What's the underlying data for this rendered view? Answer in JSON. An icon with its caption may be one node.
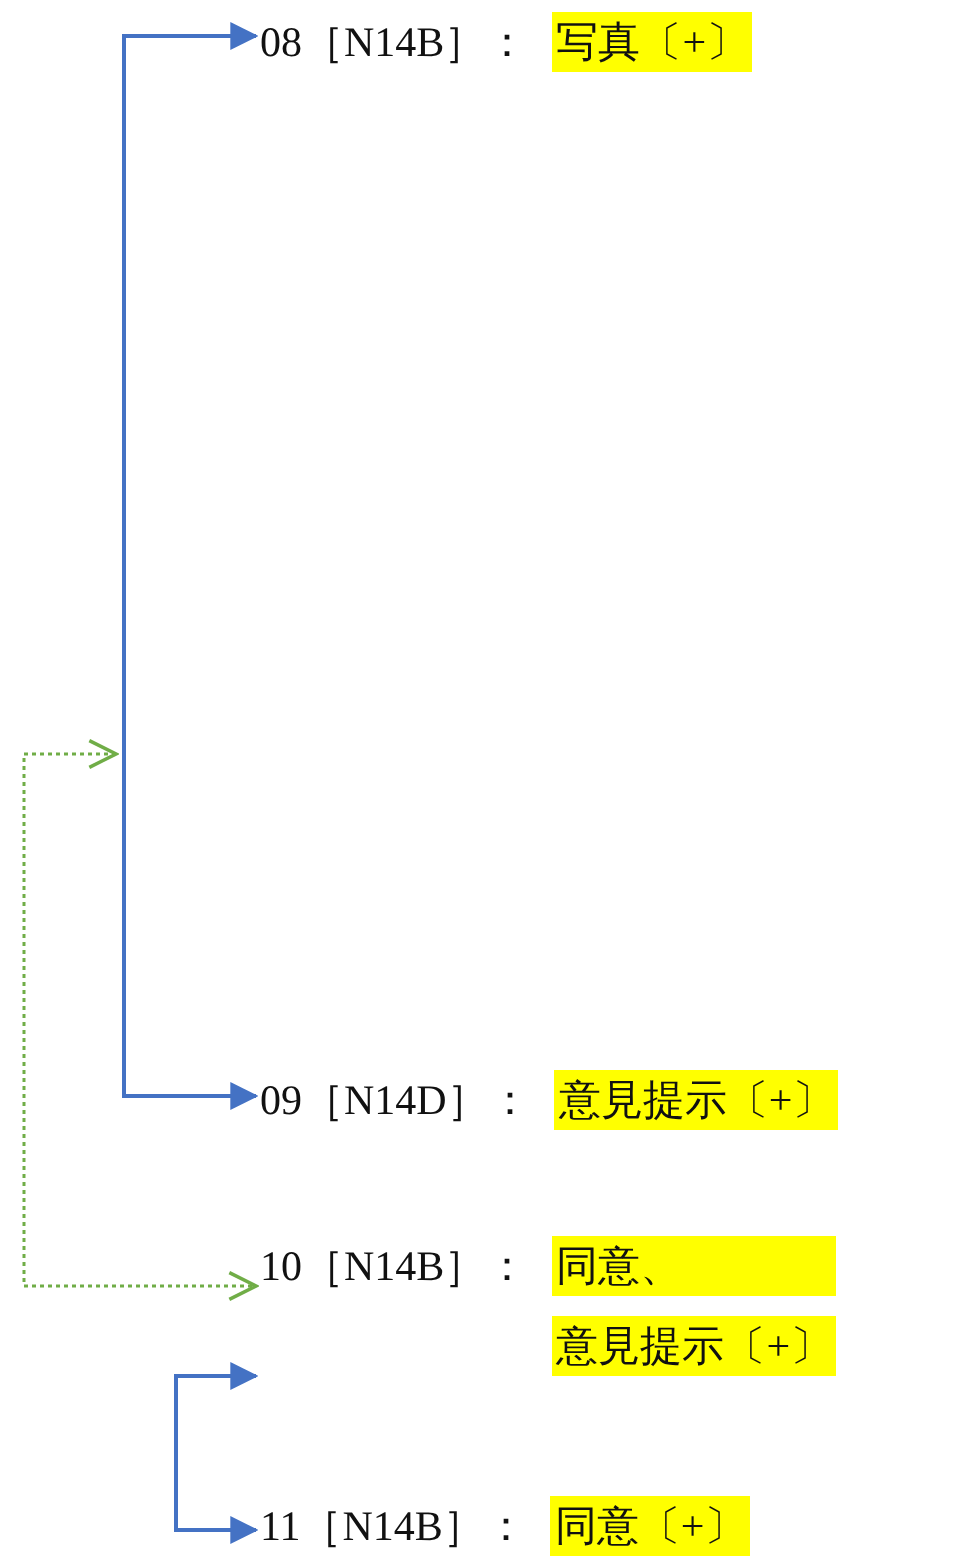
{
  "diagram": {
    "nodes": [
      {
        "text": [
          "08［N14B］：",
          "写真〔+〕"
        ]
      },
      {
        "text": [
          "09［N14D］：",
          "意見提示〔+〕"
        ]
      },
      {
        "text": [
          "10［N14B］：",
          "同意、",
          "意見提示〔+〕"
        ]
      },
      {
        "text": [
          "11［N14B］：",
          "同意〔+〕"
        ]
      }
    ],
    "edges": [
      {
        "from": 0,
        "to": 1,
        "arrow": "both"
      },
      {
        "from": null,
        "to": 2,
        "arrow": "both",
        "style": "dashed",
        "color": "#70ad47"
      },
      {
        "from": 2,
        "to": 3,
        "arrow": "both"
      }
    ]
  }
}
